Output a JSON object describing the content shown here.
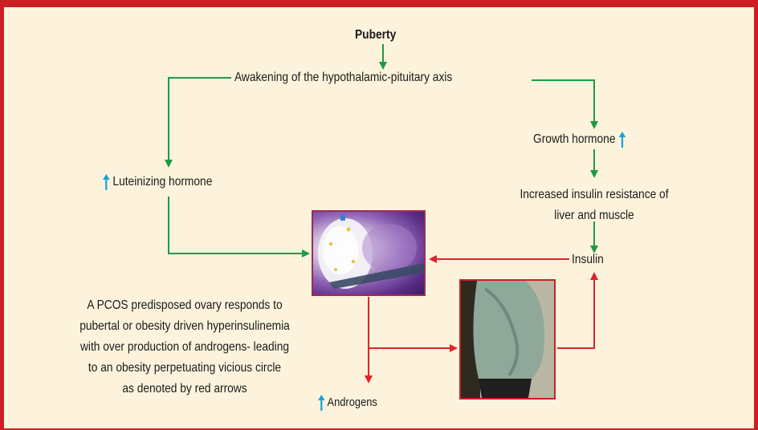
{
  "nodes": {
    "puberty": "Puberty",
    "awakening": "Awakening of the hypothalamic-pituitary axis",
    "growth_hormone": "Growth hormone",
    "lh": "Luteinizing hormone",
    "insulin_resistance_line1": "Increased insulin resistance of",
    "insulin_resistance_line2": "liver and muscle",
    "insulin": "Insulin",
    "androgens": "Androgens"
  },
  "caption_lines": [
    "A PCOS predisposed ovary responds to",
    "pubertal or obesity driven hyperinsulinemia",
    "with over production of androgens- leading",
    "to an obesity perpetuating vicious circle",
    "as denoted by red arrows"
  ],
  "colors": {
    "border": "#cc1f24",
    "background": "#fdf3dc",
    "green_arrow": "#1f9a45",
    "red_arrow": "#e02328",
    "blue_up_arrow": "#17a4dc"
  },
  "icons": {
    "increase": "up-arrow-icon"
  }
}
